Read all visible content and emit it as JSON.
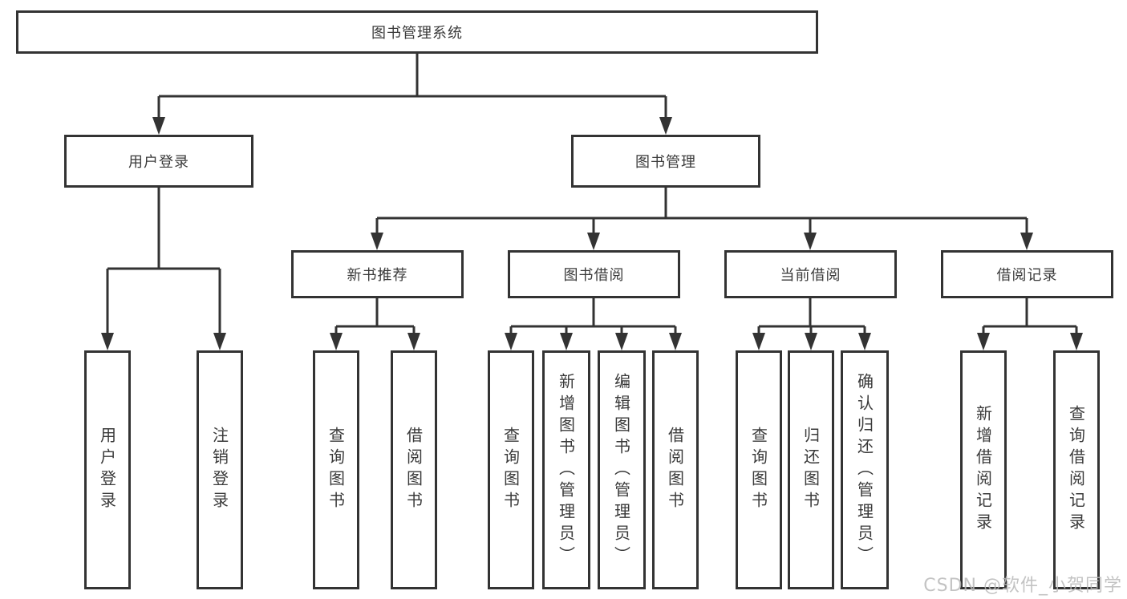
{
  "tree": {
    "label": "图书管理系统",
    "children": [
      {
        "label": "用户登录",
        "children": [
          {
            "label": "用户登录"
          },
          {
            "label": "注销登录"
          }
        ]
      },
      {
        "label": "图书管理",
        "children": [
          {
            "label": "新书推荐",
            "children": [
              {
                "label": "查询图书"
              },
              {
                "label": "借阅图书"
              }
            ]
          },
          {
            "label": "图书借阅",
            "children": [
              {
                "label": "查询图书"
              },
              {
                "label": "新增图书（管理员）"
              },
              {
                "label": "编辑图书（管理员）"
              },
              {
                "label": "借阅图书"
              }
            ]
          },
          {
            "label": "当前借阅",
            "children": [
              {
                "label": "查询图书"
              },
              {
                "label": "归还图书"
              },
              {
                "label": "确认归还（管理员）"
              }
            ]
          },
          {
            "label": "借阅记录",
            "children": [
              {
                "label": "新增借阅记录"
              },
              {
                "label": "查询借阅记录"
              }
            ]
          }
        ]
      }
    ]
  },
  "watermark": {
    "text": "CSDN @软件_小贺同学"
  },
  "colors": {
    "line": "#333333",
    "box_border": "#333333",
    "text": "#3a3a3a",
    "watermark": "#b9b9b9",
    "background": "#ffffff"
  }
}
